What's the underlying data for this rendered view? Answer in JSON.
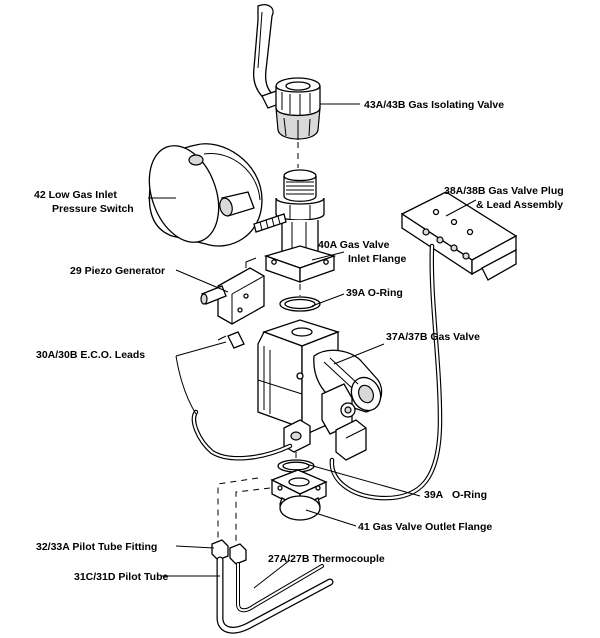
{
  "labels": {
    "isolating_valve": "43A/43B  Gas Isolating Valve",
    "pressure_switch_l1": "42  Low Gas Inlet",
    "pressure_switch_l2": "Pressure Switch",
    "valve_plug_l1": "38A/38B  Gas Valve Plug",
    "valve_plug_l2": "& Lead Assembly",
    "inlet_flange_l1": "40A  Gas Valve",
    "inlet_flange_l2": "Inlet Flange",
    "piezo": "29  Piezo Generator",
    "oring_top": "39A  O-Ring",
    "gas_valve": "37A/37B  Gas Valve",
    "eco_leads": "30A/30B  E.C.O. Leads",
    "oring_bottom_l1": "39A",
    "oring_bottom_l2": "O-Ring",
    "outlet_flange": "41  Gas Valve Outlet Flange",
    "pilot_fitting": "32/33A  Pilot Tube Fitting",
    "thermocouple": "27A/27B  Thermocouple",
    "pilot_tube": "31C/31D  Pilot Tube"
  }
}
